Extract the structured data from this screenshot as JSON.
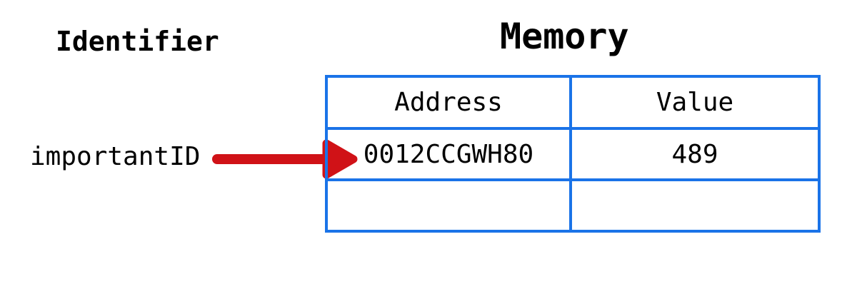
{
  "diagram": {
    "identifier_section": {
      "heading": "Identifier",
      "identifier_name": "importantID"
    },
    "memory_section": {
      "heading": "Memory"
    },
    "memory_table": {
      "columns": [
        "Address",
        "Value"
      ],
      "rows": [
        {
          "address": "0012CCGWH80",
          "value": "489"
        },
        {
          "address": "",
          "value": ""
        }
      ]
    },
    "arrow": {
      "meaning": "importantID points to memory address 0012CCGWH80",
      "direction": "right"
    }
  },
  "colors": {
    "bg": "#ffffff",
    "text": "#000000",
    "table_border": "#1a73e8",
    "arrow_red": "#d01217"
  }
}
